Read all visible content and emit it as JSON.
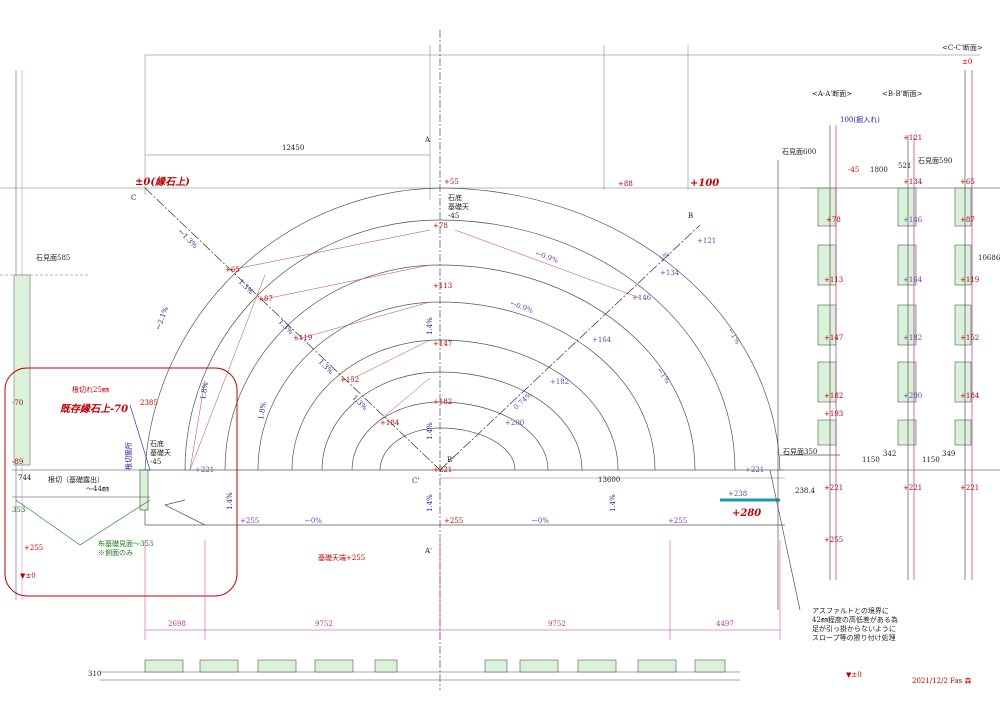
{
  "section_titles": {
    "aa": "<A-A'断面>",
    "bb": "<B-B'断面>",
    "cc": "<C-C'断面>"
  },
  "levels": {
    "top_left": "±0(縁石上)",
    "top_right": "+100",
    "right_280": "+280",
    "zero": "±0",
    "zero_bottom": "▼±0",
    "p55": "+55",
    "p88": "+88",
    "p100": "+100",
    "p78": "+78",
    "p113": "+113",
    "p147": "+147",
    "p182": "+182",
    "p221": "+221",
    "p255": "+255",
    "p65": "+65",
    "p87": "+87",
    "p119": "+119",
    "p152": "+152",
    "p184": "+184",
    "p121": "+121",
    "p134": "+134",
    "p146": "+146",
    "p164": "+164",
    "p200": "+200",
    "p238": "+238",
    "m70": "-70",
    "m89": "-89",
    "m45": "-45",
    "p193": "+193",
    "p65b": "+65"
  },
  "slopes": {
    "s13": "1.3%",
    "s09": "←0.9%",
    "s09b": "0.9%",
    "s1": "1%",
    "s1b": "←1%",
    "s21": "←2.1%",
    "s18": "1.8%",
    "s14": "1.4%",
    "s0": "←0%",
    "s074": "0.74%",
    "s13b": "←1.3%"
  },
  "dims": {
    "d12450": "12450",
    "d13600": "13600",
    "d2698": "2698",
    "d9752a": "9752",
    "d9752b": "9752",
    "d4497": "4497",
    "d744": "744",
    "d353": "353",
    "d2385": "2385",
    "d1800": "1800",
    "d10686": "10686",
    "d1150a": "1150",
    "d1150b": "1150",
    "d342": "342",
    "d349": "349",
    "d521": "521",
    "d2384": "238.4",
    "d310": "310",
    "d100": "100(掘入れ)"
  },
  "labels": {
    "stone585": "石見面585",
    "stone600": "石見面600",
    "stone590": "石見面590",
    "stone350": "石見面350",
    "base_top": [
      "石底",
      "基礎天",
      "-45"
    ],
    "base_top2": [
      "石底",
      "基礎天",
      "-45"
    ],
    "cut25": "根切れ25㎜",
    "existing": "既存縁石上-70",
    "cut_note": [
      "根切（基礎露出）",
      "～44㎜"
    ],
    "base_face": [
      "布基礎見面～353",
      "※側面のみ"
    ],
    "base_end": "基礎天端+255",
    "cut_place": "根切箇所",
    "asphalt_note": [
      "アスファルトとの境界に",
      "42㎜程度の高低差がある為",
      "足が引っ掛からないように",
      "スロープ等の擦り付け処理"
    ],
    "signature": "2021/12/2 Fas 森",
    "A": "A",
    "A2": "A'",
    "B": "B",
    "B2": "B'",
    "C": "C",
    "C2": "C'"
  },
  "colors": {
    "red": "#c00000",
    "blue": "#2020a0",
    "green": "#1a7a1a",
    "magenta": "#c0309a",
    "purple": "#6a3fb0",
    "fill": "#d9f2d9"
  }
}
